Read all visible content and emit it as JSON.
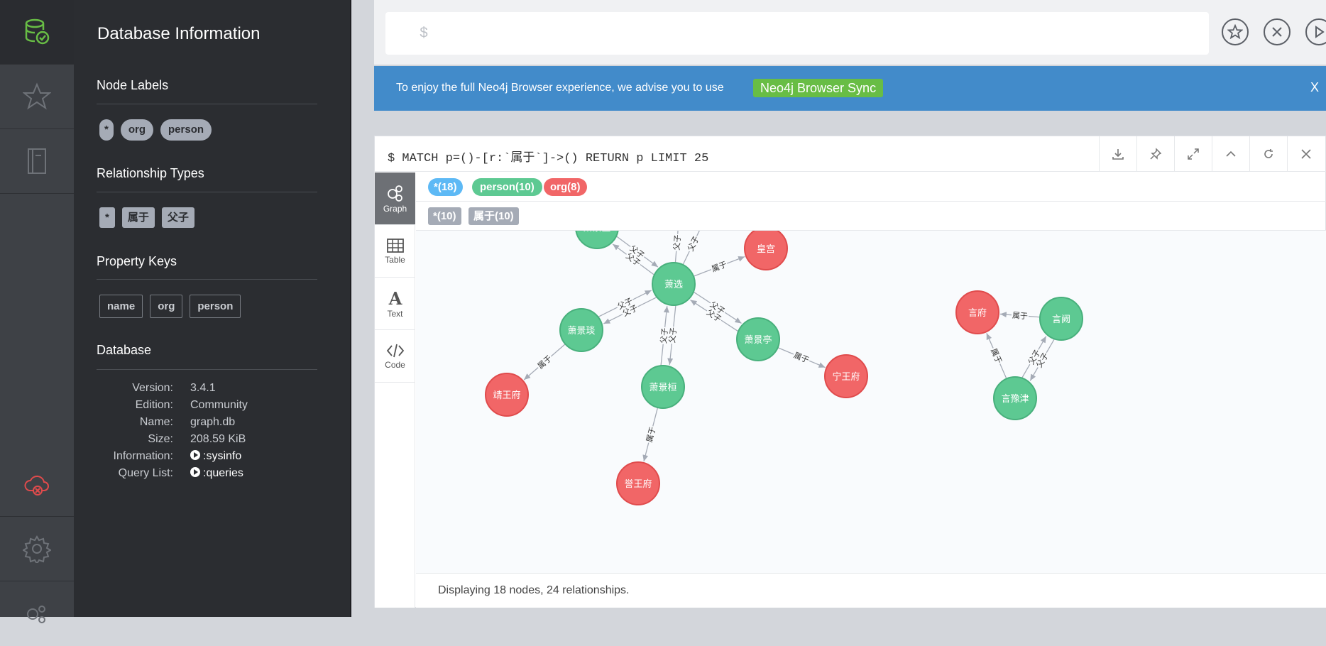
{
  "drawer": {
    "title": "Database Information",
    "node_labels_title": "Node Labels",
    "node_labels": [
      "*",
      "org",
      "person"
    ],
    "relationship_types_title": "Relationship Types",
    "relationship_types": [
      "*",
      "属于",
      "父子"
    ],
    "property_keys_title": "Property Keys",
    "property_keys": [
      "name",
      "org",
      "person"
    ],
    "database_title": "Database",
    "db": {
      "version_label": "Version:",
      "version": "3.4.1",
      "edition_label": "Edition:",
      "edition": "Community",
      "name_label": "Name:",
      "name": "graph.db",
      "size_label": "Size:",
      "size": "208.59 KiB",
      "information_label": "Information:",
      "information": ":sysinfo",
      "querylist_label": "Query List:",
      "querylist": ":queries"
    }
  },
  "editor": {
    "placeholder": "$"
  },
  "banner": {
    "text": "To enjoy the full Neo4j Browser experience, we advise you to use",
    "button": "Neo4j Browser Sync",
    "close": "X"
  },
  "frame": {
    "query": "$ MATCH p=()-[r:`属于`]->() RETURN p LIMIT 25",
    "tabs": [
      "Graph",
      "Table",
      "Text",
      "Code"
    ],
    "legend_nodes": [
      {
        "label": "*(18)",
        "color": "#5db9f5"
      },
      {
        "label": "person(10)",
        "color": "#5dc992"
      },
      {
        "label": "org(8)",
        "color": "#f16667"
      }
    ],
    "legend_rels": [
      "*(10)",
      "属于(10)"
    ],
    "status": "Displaying 18 nodes, 24 relationships."
  },
  "graph": {
    "colors": {
      "person": "#5dc992",
      "person_stroke": "#48b07c",
      "org": "#f16667",
      "org_stroke": "#e04b4c"
    },
    "nodes": [
      {
        "id": "n_top",
        "label": "萧景宣",
        "type": "person"
      },
      {
        "id": "n_xuan",
        "label": "萧选",
        "type": "person"
      },
      {
        "id": "n_huang",
        "label": "皇宫",
        "type": "org"
      },
      {
        "id": "n_yan",
        "label": "萧景琰",
        "type": "person"
      },
      {
        "id": "n_ting",
        "label": "萧景亭",
        "type": "person"
      },
      {
        "id": "n_huan",
        "label": "萧景桓",
        "type": "person"
      },
      {
        "id": "n_jing",
        "label": "靖王府",
        "type": "org"
      },
      {
        "id": "n_ning",
        "label": "宁王府",
        "type": "org"
      },
      {
        "id": "n_yu",
        "label": "誉王府",
        "type": "org"
      },
      {
        "id": "n_yanfu",
        "label": "言府",
        "type": "org"
      },
      {
        "id": "n_yanque",
        "label": "言阙",
        "type": "person"
      },
      {
        "id": "n_yanyu",
        "label": "言豫津",
        "type": "person"
      }
    ],
    "edges": [
      {
        "label": "父子"
      },
      {
        "label": "父子"
      },
      {
        "label": "父子"
      },
      {
        "label": "父子"
      },
      {
        "label": "属于"
      },
      {
        "label": "父子"
      },
      {
        "label": "父子"
      },
      {
        "label": "父子"
      },
      {
        "label": "父子"
      },
      {
        "label": "父子"
      },
      {
        "label": "父子"
      },
      {
        "label": "属于"
      },
      {
        "label": "属于"
      },
      {
        "label": "属于"
      },
      {
        "label": "属于"
      },
      {
        "label": "属于"
      },
      {
        "label": "父子"
      },
      {
        "label": "父子"
      }
    ]
  }
}
